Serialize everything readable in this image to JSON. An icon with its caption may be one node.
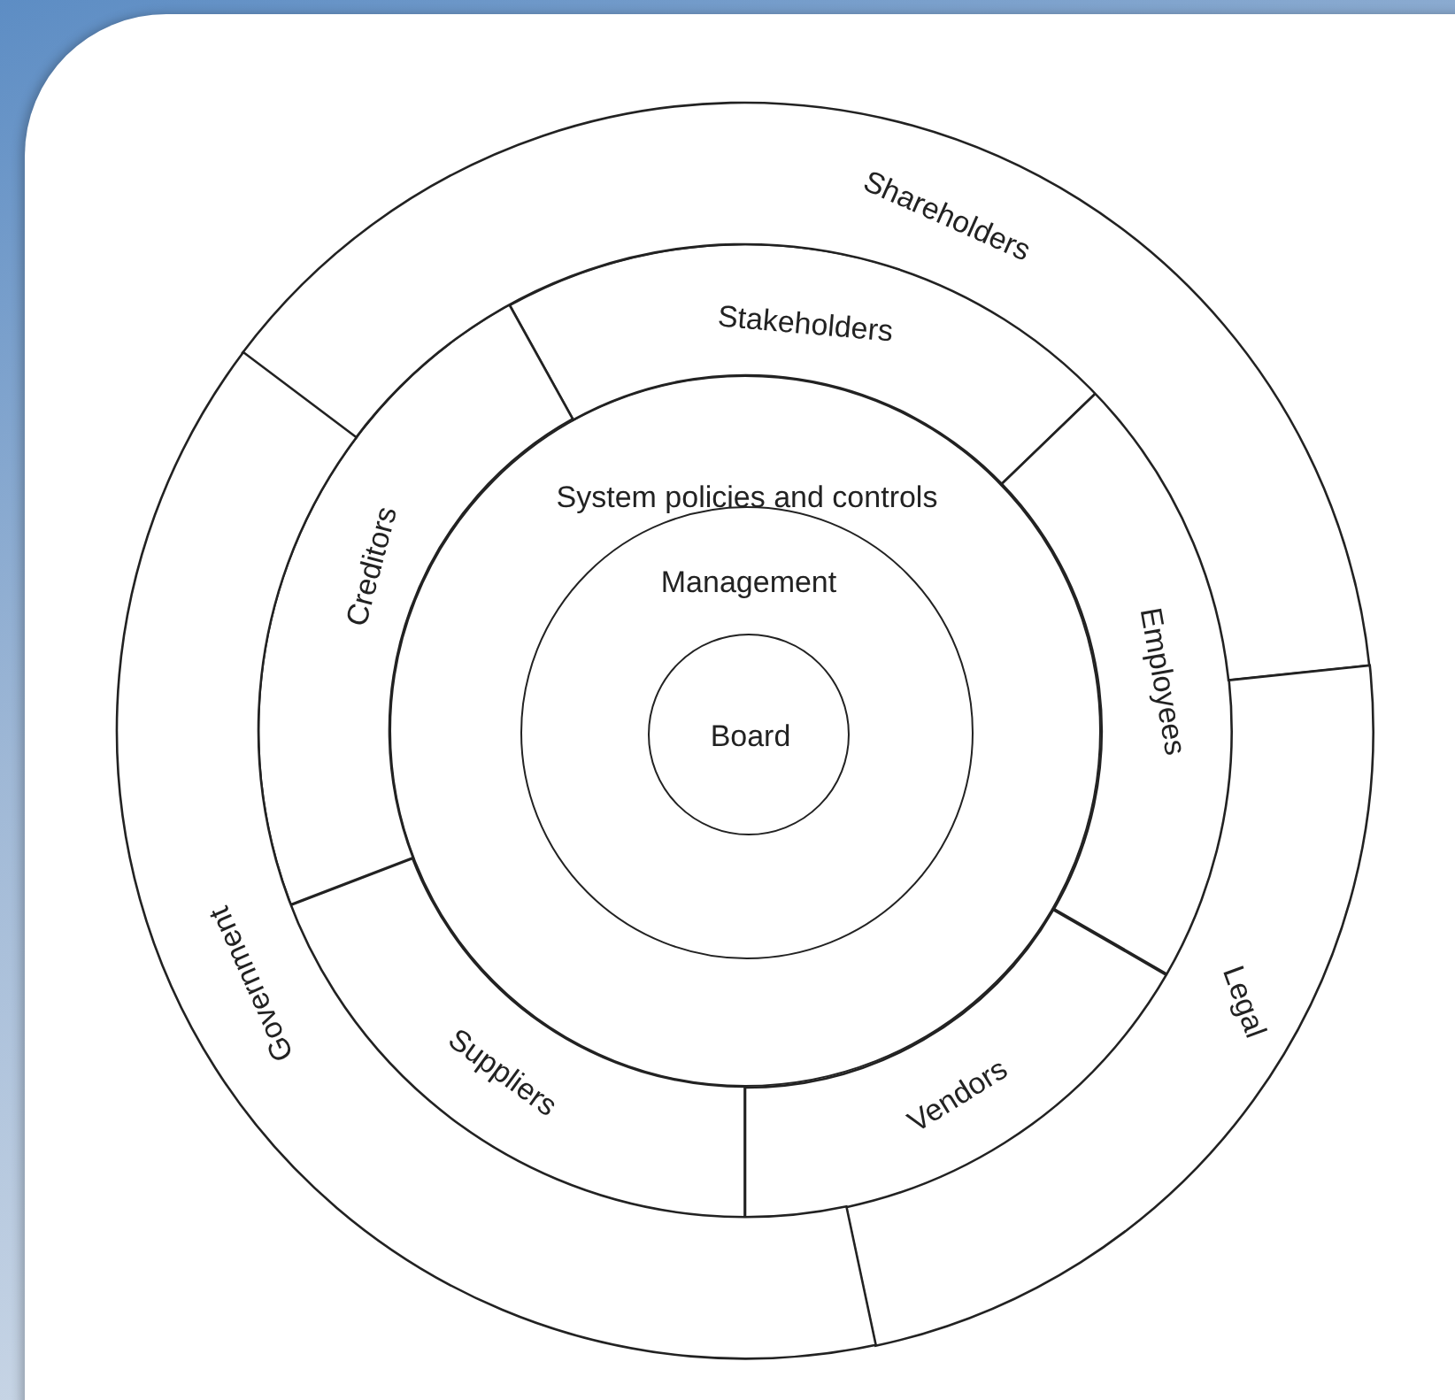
{
  "diagram": {
    "nodes": [
      {
        "text": [
          "System policies and controls"
        ]
      },
      {
        "text": [
          "Management"
        ],
        "in": 0
      },
      {
        "text": [
          "Board"
        ],
        "in": 1
      },
      {
        "text": [
          "Stakeholders"
        ]
      },
      {
        "text": [
          "Employees"
        ]
      },
      {
        "text": [
          "Vendors"
        ]
      },
      {
        "text": [
          "Suppliers"
        ]
      },
      {
        "text": [
          "Creditors"
        ]
      },
      {
        "text": [
          "Shareholders"
        ]
      },
      {
        "text": [
          "Legal"
        ]
      },
      {
        "text": [
          "Government"
        ]
      }
    ]
  }
}
